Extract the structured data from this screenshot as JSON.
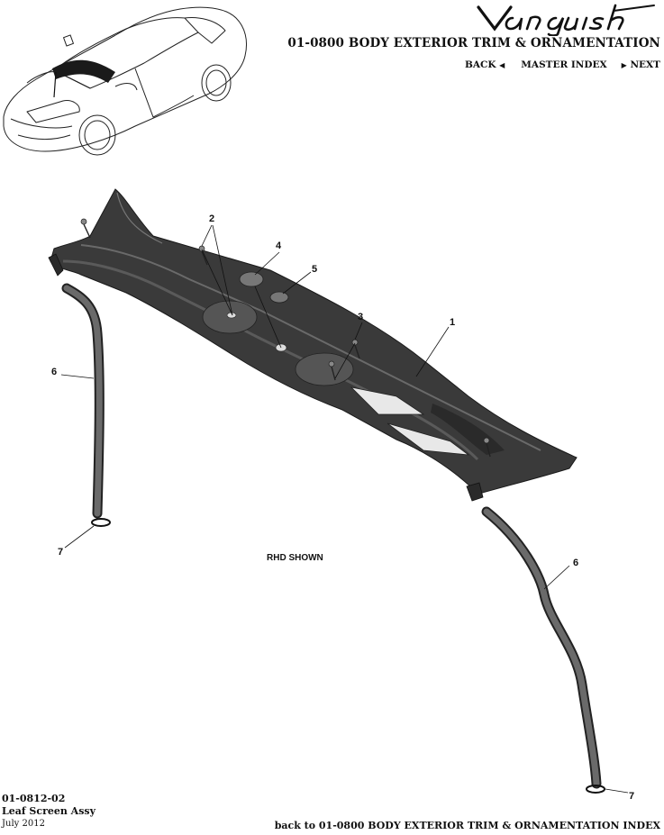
{
  "header": {
    "brand": "Vanquish",
    "section_title": "01-0800 BODY EXTERIOR TRIM & ORNAMENTATION",
    "nav": {
      "back": "BACK",
      "master_index": "MASTER INDEX",
      "next": "NEXT"
    }
  },
  "diagram": {
    "note": "RHD SHOWN",
    "callouts": [
      "1",
      "2",
      "3",
      "4",
      "5",
      "6",
      "6",
      "7",
      "7"
    ]
  },
  "footer": {
    "part_number": "01-0812-02",
    "part_name": "Leaf Screen Assy",
    "date": "July 2012",
    "back_link": "back to 01-0800 BODY EXTERIOR TRIM & ORNAMENTATION INDEX"
  },
  "colors": {
    "part_fill": "#3a3a3a",
    "part_edge": "#1a1a1a",
    "line": "#111111"
  }
}
